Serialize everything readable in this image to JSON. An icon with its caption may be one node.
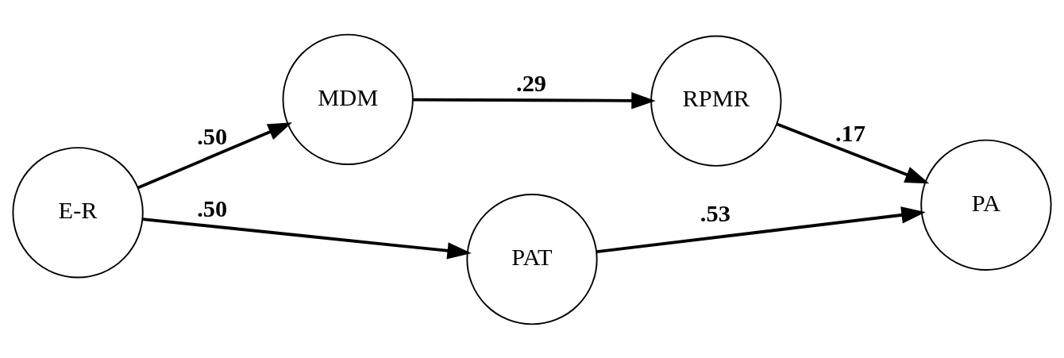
{
  "diagram": {
    "nodes": [
      {
        "text": [
          "E-R"
        ]
      },
      {
        "text": [
          "MDM"
        ]
      },
      {
        "text": [
          "RPMR"
        ]
      },
      {
        "text": [
          "PA"
        ]
      },
      {
        "text": [
          "PAT"
        ]
      }
    ],
    "edges": [
      {
        "from": 0,
        "to": 1,
        "arrow": "to",
        "label": ".50"
      },
      {
        "from": 0,
        "to": 4,
        "arrow": "to",
        "label": ".50"
      },
      {
        "from": 1,
        "to": 2,
        "arrow": "to",
        "label": ".29"
      },
      {
        "from": 2,
        "to": 3,
        "arrow": "to",
        "label": ".17"
      },
      {
        "from": 4,
        "to": 3,
        "arrow": "to",
        "label": ".53"
      }
    ]
  }
}
